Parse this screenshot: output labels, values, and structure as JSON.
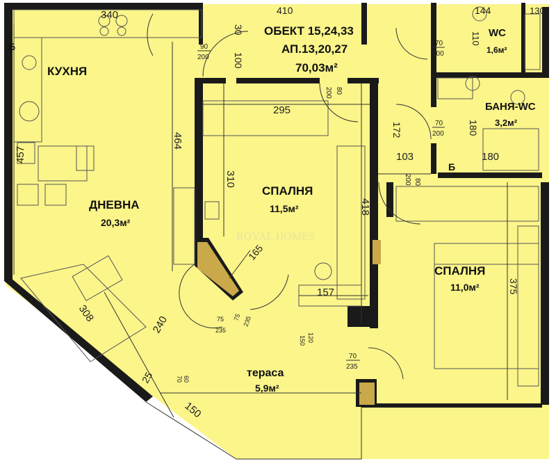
{
  "header": {
    "object": "ОБЕКТ 15,24,33",
    "apartments": "АП.13,20,27",
    "total_area": "70,03м²"
  },
  "rooms": {
    "kitchen": {
      "name": "КУХНЯ"
    },
    "living": {
      "name": "ДНЕВНА",
      "area": "20,3м²"
    },
    "bedroom1": {
      "name": "СПАЛНЯ",
      "area": "11,5м²"
    },
    "bedroom2": {
      "name": "СПАЛНЯ",
      "area": "11,0м²"
    },
    "bathroom": {
      "name": "БАНЯ-WC",
      "area": "3,2м²"
    },
    "wc": {
      "name": "WC",
      "area": "1,6м²"
    },
    "terrace": {
      "name": "тераса",
      "area": "5,9м²"
    }
  },
  "dimensions": {
    "d340": "340",
    "d410": "410",
    "d144": "144",
    "d130": "130",
    "d100": "100",
    "d30": "30",
    "d110": "110",
    "d464": "464",
    "d457": "457",
    "d310": "310",
    "d295": "295",
    "d418": "418",
    "d172": "172",
    "d180a": "180",
    "d180b": "180",
    "d103": "103",
    "d165": "165",
    "d157": "157",
    "d375": "375",
    "d240": "240",
    "d308": "308",
    "d25": "25",
    "d150": "150"
  },
  "doors": {
    "k1": {
      "w": "90",
      "h": "200"
    },
    "k2": {
      "w": "80",
      "h": "200"
    },
    "k3": {
      "w": "70",
      "h": "200"
    },
    "k4": {
      "w": "70",
      "h": "200"
    },
    "k5": {
      "w": "80",
      "h": "200"
    },
    "k6": {
      "w": "75",
      "h": "235"
    },
    "k7": {
      "w": "75",
      "h": "235"
    },
    "k8": {
      "w": "120",
      "h": "150"
    },
    "k9": {
      "w": "70",
      "h": "235"
    },
    "k10": {
      "w": "60",
      "h": "70"
    }
  },
  "markers": {
    "b1": "Б",
    "b2": "Б"
  },
  "watermark": "ROYAL HOMES",
  "colors": {
    "floor": "#fbf58a",
    "wall": "#1a1a1a",
    "outside": "#ffffff"
  }
}
